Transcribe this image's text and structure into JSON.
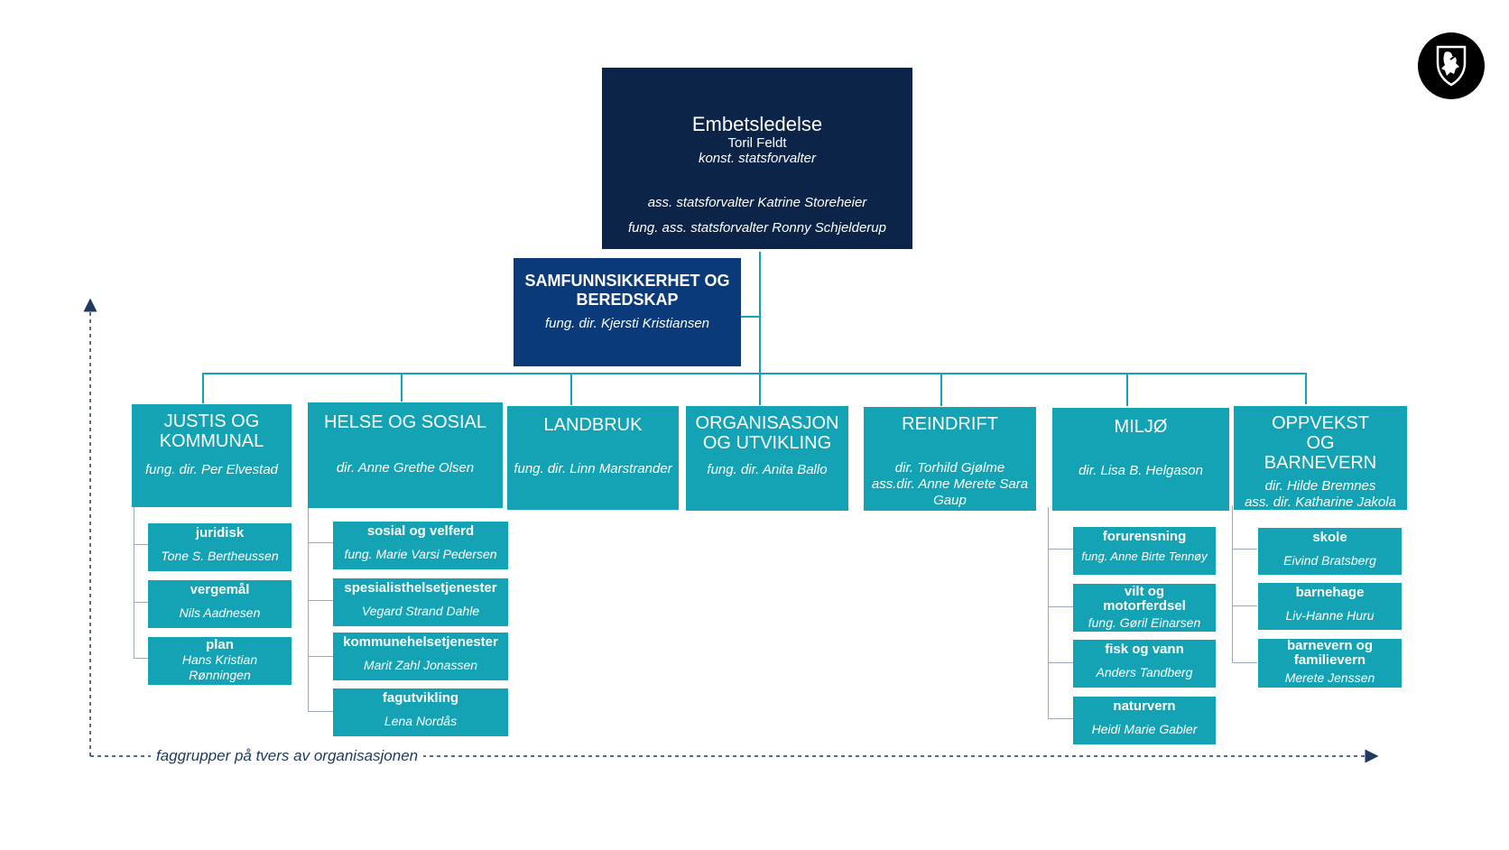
{
  "top": {
    "title": "Embetsledelse",
    "name": "Toril Feldt",
    "role": "konst. statsforvalter",
    "ass1": "ass. statsforvalter Katrine Storeheier",
    "ass2": "fung. ass. statsforvalter Ronny Schjelderup"
  },
  "staff": {
    "title": "SAMFUNNSIKKERHET OG BEREDSKAP",
    "head": "fung. dir. Kjersti Kristiansen"
  },
  "departments": [
    {
      "title": "JUSTIS OG KOMMUNAL",
      "head": "fung. dir. Per Elvestad",
      "groups": [
        {
          "title": "juridisk",
          "head": "Tone S. Bertheussen"
        },
        {
          "title": "vergemål",
          "head": "Nils Aadnesen"
        },
        {
          "title": "plan",
          "head": "Hans Kristian Rønningen"
        }
      ]
    },
    {
      "title": "HELSE OG SOSIAL",
      "head": "dir. Anne Grethe Olsen",
      "groups": [
        {
          "title": "sosial og velferd",
          "head": "fung. Marie Varsi Pedersen"
        },
        {
          "title": "spesialisthelsetjenester",
          "head": "Vegard Strand Dahle"
        },
        {
          "title": "kommunehelsetjenester",
          "head": "Marit Zahl Jonassen"
        },
        {
          "title": "fagutvikling",
          "head": "Lena Nordås"
        }
      ]
    },
    {
      "title": "LANDBRUK",
      "head": "fung. dir. Linn Marstrander",
      "groups": []
    },
    {
      "title": "ORGANISASJON OG UTVIKLING",
      "head": "fung. dir. Anita Ballo",
      "groups": []
    },
    {
      "title": "REINDRIFT",
      "head": "dir. Torhild Gjølme",
      "head2": "ass.dir. Anne Merete Sara Gaup",
      "groups": []
    },
    {
      "title": "MILJØ",
      "head": "dir. Lisa B. Helgason",
      "groups": [
        {
          "title": "forurensning",
          "head": "fung. Anne Birte Tennøy"
        },
        {
          "title": "vilt og motorferdsel",
          "head": "fung. Gøril Einarsen"
        },
        {
          "title": "fisk og vann",
          "head": "Anders Tandberg"
        },
        {
          "title": "naturvern",
          "head": "Heidi Marie Gabler"
        }
      ]
    },
    {
      "title": "OPPVEKST OG BARNEVERN",
      "head": "dir. Hilde Bremnes",
      "head2": "ass. dir. Katharine Jakola",
      "groups": [
        {
          "title": "skole",
          "head": "Eivind Bratsberg"
        },
        {
          "title": "barnehage",
          "head": "Liv-Hanne Huru"
        },
        {
          "title": "barnevern og familievern",
          "head": "Merete Jenssen"
        }
      ]
    }
  ],
  "footer": {
    "faggrupper": "faggrupper på tvers av organisasjonen"
  },
  "logo": {
    "icon": "norwegian-lion-coat-of-arms",
    "color": "#000000"
  },
  "colors": {
    "navy": "#0b2447",
    "blue": "#0a3a7a",
    "teal": "#14a3b5",
    "arrow": "#1f3a5f"
  }
}
